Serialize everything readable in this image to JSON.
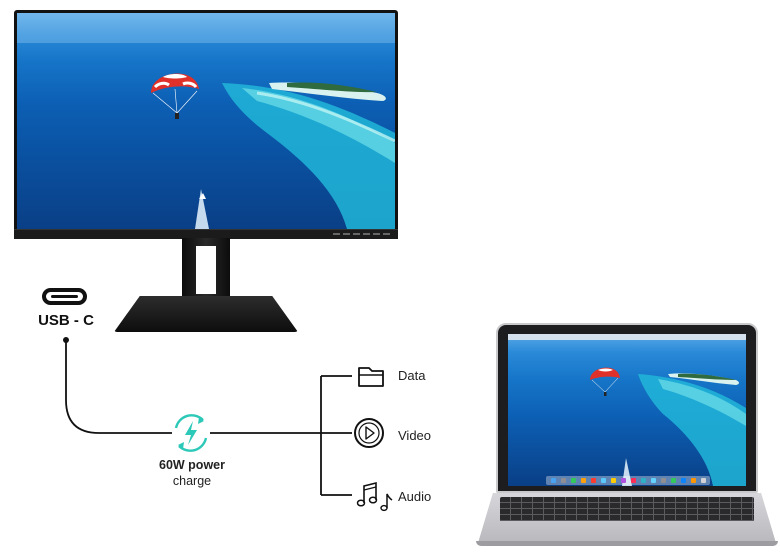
{
  "connector": {
    "label": "USB - C",
    "icon": "usb-c-port-icon"
  },
  "power": {
    "title": "60W power",
    "subtitle": "charge",
    "icon": "power-charge-icon",
    "accent_color": "#2cc8b8"
  },
  "outputs": [
    {
      "label": "Data",
      "icon": "folder-icon"
    },
    {
      "label": "Video",
      "icon": "play-icon"
    },
    {
      "label": "Audio",
      "icon": "music-notes-icon"
    }
  ],
  "devices": {
    "monitor": "monitor",
    "laptop": "laptop"
  },
  "colors": {
    "line": "#111111",
    "parachute": "#e0302a"
  }
}
